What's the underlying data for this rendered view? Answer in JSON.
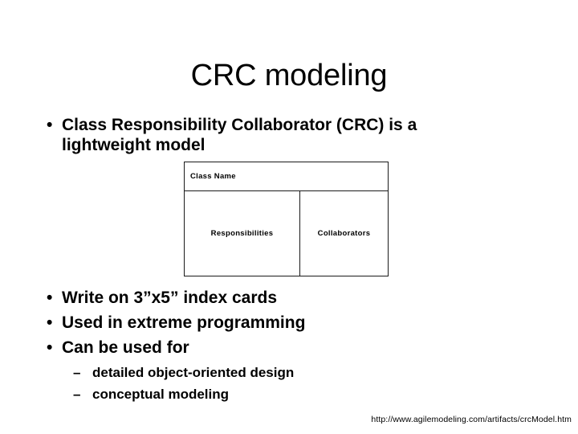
{
  "slide": {
    "title": "CRC modeling",
    "bullets": [
      {
        "marker": "•",
        "text": "Class Responsibility Collaborator (CRC) is a lightweight model"
      },
      {
        "marker": "•",
        "text": "Write on 3”x5” index cards"
      },
      {
        "marker": "•",
        "text": "Used in extreme programming"
      },
      {
        "marker": "•",
        "text": "Can be used for"
      }
    ],
    "sub_bullets": [
      {
        "marker": "–",
        "text": "detailed object-oriented design"
      },
      {
        "marker": "–",
        "text": "conceptual modeling"
      }
    ],
    "crc_card": {
      "class_name": "Class Name",
      "responsibilities": "Responsibilities",
      "collaborators": "Collaborators"
    },
    "source_url": "http://www.agilemodeling.com/artifacts/crcModel.htm",
    "colors": {
      "background": "#ffffff",
      "text": "#000000",
      "card_border": "#1a1a1a"
    }
  }
}
